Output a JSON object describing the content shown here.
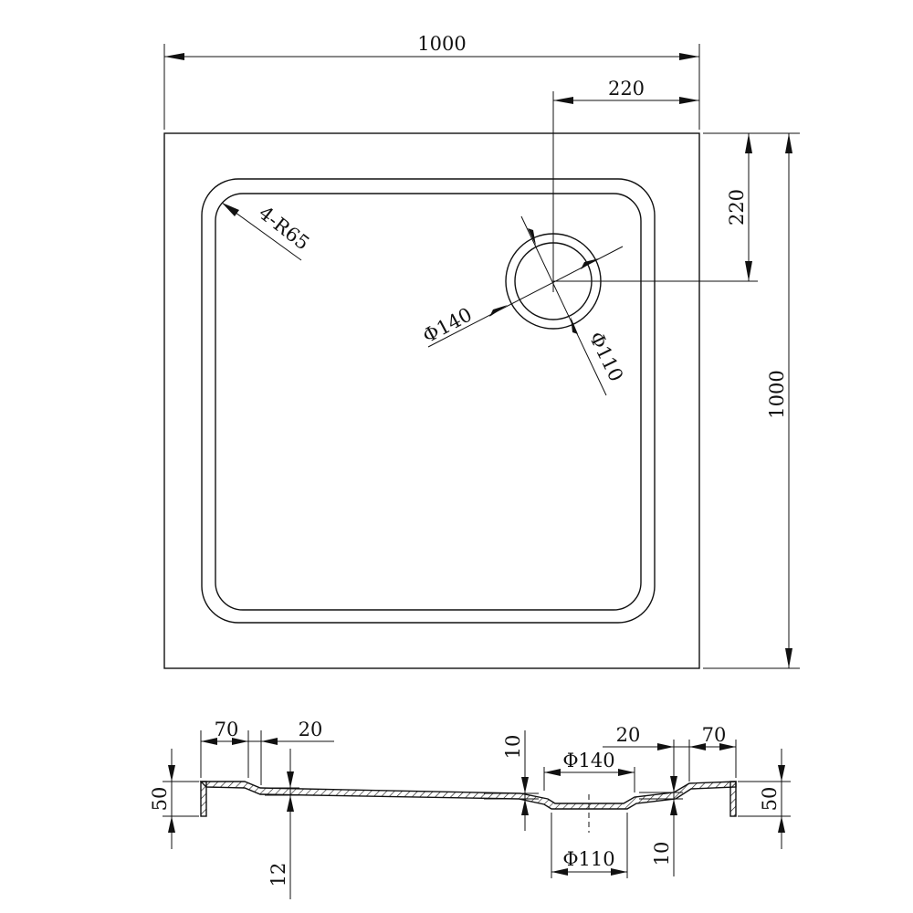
{
  "plan": {
    "width_label": "1000",
    "height_label": "1000",
    "drain_offset_x_label": "220",
    "drain_offset_y_label": "220",
    "corner_radius_label": "4-R65",
    "outer_diameter_label": "Φ140",
    "inner_diameter_label": "Φ110"
  },
  "section": {
    "left_rim_label": "70",
    "left_step_label": "20",
    "right_step_label": "20",
    "right_rim_label": "70",
    "left_height_label": "50",
    "right_height_label": "50",
    "depth_top_label": "10",
    "depth_bottom_label": "10",
    "thickness_label": "12",
    "outer_diameter_label": "Φ140",
    "inner_diameter_label": "Φ110"
  },
  "colors": {
    "line": "#111111",
    "background": "#ffffff"
  }
}
